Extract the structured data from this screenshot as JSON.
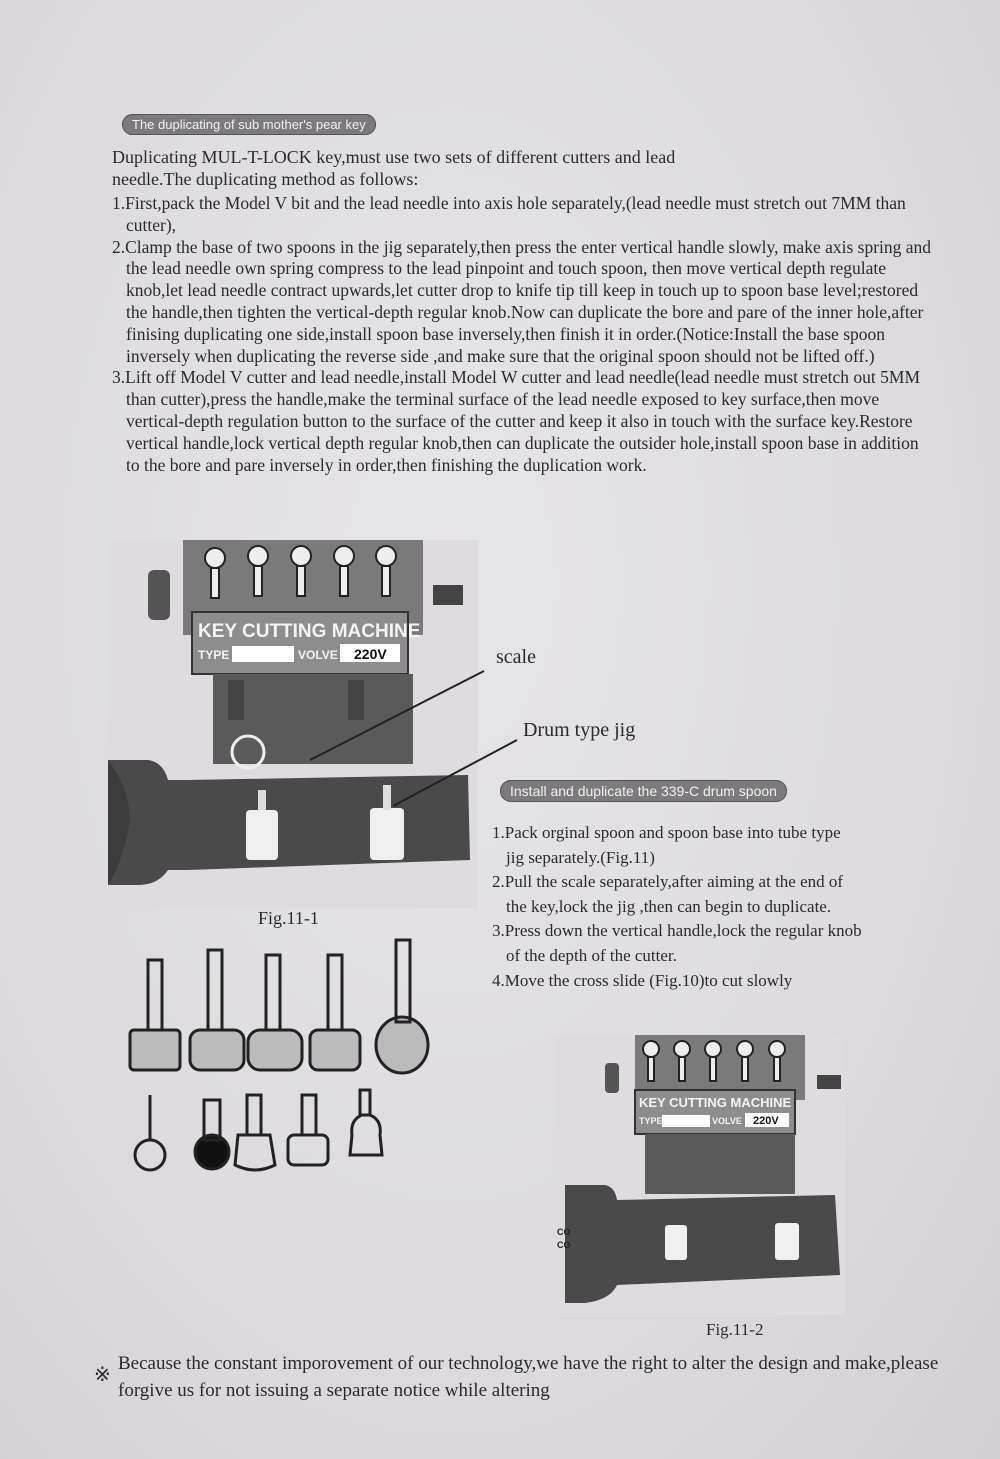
{
  "section1": {
    "pill": "The duplicating of sub mother's pear key",
    "intro": "Duplicating MUL-T-LOCK key,must use two sets of different cutters and lead needle.The duplicating method as follows:",
    "steps": [
      "1.First,pack the Model V bit and the lead needle into axis hole separately,(lead needle must stretch out 7MM than cutter),",
      "2.Clamp the base of two spoons in the jig separately,then press the enter vertical handle slowly, make axis spring and the lead needle own spring compress to the lead pinpoint and touch spoon, then move vertical depth regulate knob,let lead needle contract upwards,let cutter drop to knife tip till keep in touch up to spoon base level;restored the handle,then tighten the vertical-depth regular knob.Now can duplicate the bore and pare of the inner hole,after finising duplicating one side,install spoon base inversely,then finish it in order.(Notice:Install the base spoon inversely when duplicating the reverse side ,and make sure that the original spoon should not be lifted off.)",
      "3.Lift off Model V cutter and lead needle,install Model W cutter and lead needle(lead needle must stretch out 5MM than cutter),press the handle,make the terminal surface of the lead needle exposed to key surface,then move vertical-depth regulation button to the surface of the cutter and keep it also in touch with the surface key.Restore vertical handle,lock vertical depth regular knob,then can duplicate the outsider hole,install spoon base in addition to the bore and pare inversely in order,then finishing the duplication work."
    ]
  },
  "figure1": {
    "plate_title": "KEY CUTTING MACHINE",
    "plate_type": "TYPE",
    "plate_volve": "VOLVE",
    "plate_voltage": "220V",
    "label_scale": "scale",
    "label_jig": "Drum type jig",
    "caption": "Fig.11-1"
  },
  "section2": {
    "pill": "Install and duplicate the 339-C drum spoon",
    "steps": [
      "1.Pack orginal spoon and spoon base into tube type jig separately.(Fig.11)",
      "2.Pull the scale separately,after aiming at the end of the key,lock the jig ,then can begin to duplicate.",
      "3.Press down the vertical handle,lock the regular knob of the depth of the cutter.",
      "4.Move the cross slide (Fig.10)to cut slowly"
    ]
  },
  "figure2": {
    "plate_title": "KEY CUTTING MACHINE",
    "plate_type": "TYPE",
    "plate_volve": "VOLVE",
    "plate_voltage": "220V",
    "side_text_1": "CO",
    "side_text_2": "CO",
    "caption": "Fig.11-2"
  },
  "footer": {
    "mark": "※",
    "text": "Because the constant imporovement of our technology,we have the right to alter the design and make,please forgive us for not issuing a separate notice while altering"
  }
}
